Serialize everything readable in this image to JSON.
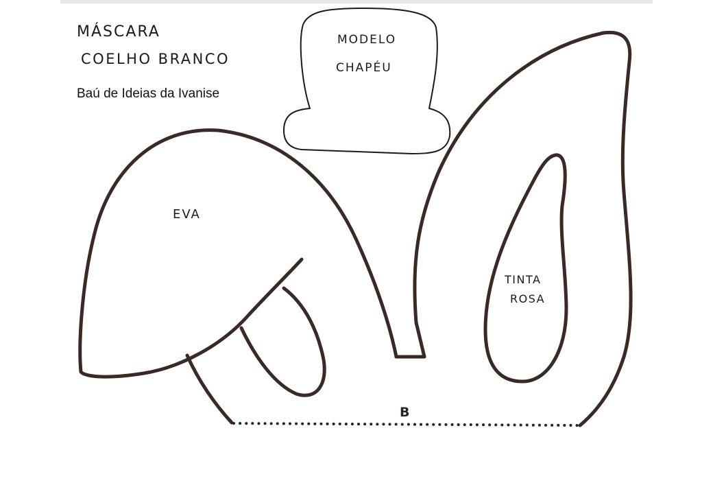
{
  "title": {
    "line1": "MÁSCARA",
    "line2": "COELHO BRANCO"
  },
  "credit": "Baú de Ideias da Ivanise",
  "hat": {
    "label_line1": "MODELO",
    "label_line2": "CHAPÉU"
  },
  "left_ear": {
    "label": "EVA"
  },
  "right_ear_inner": {
    "label_line1": "TINTA",
    "label_line2": "ROSA"
  },
  "fold_line": {
    "label": "B"
  },
  "colors": {
    "outline": "#3a2a26",
    "hat_outline": "#1a1a1a",
    "paper": "#ffffff"
  }
}
